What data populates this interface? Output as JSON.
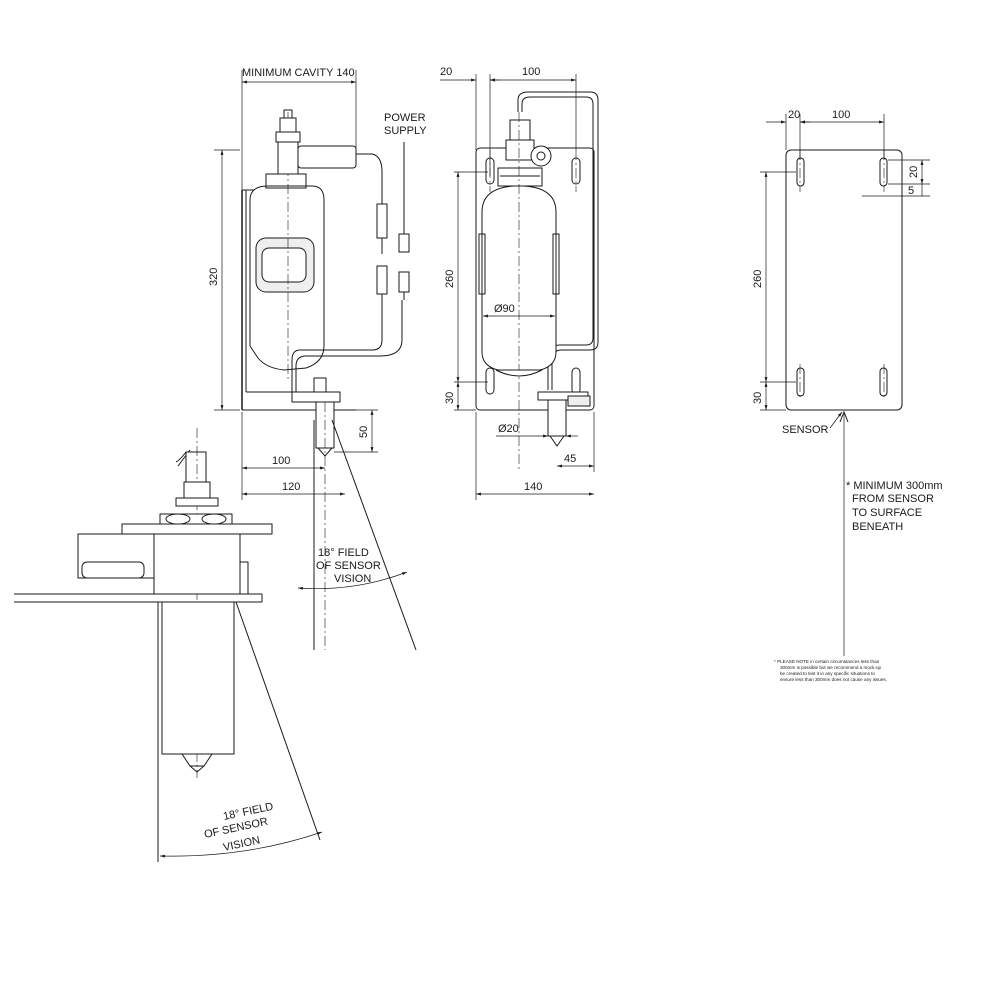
{
  "labels": {
    "minimum_cavity": "MINIMUM CAVITY 140",
    "power_supply_line1": "POWER",
    "power_supply_line2": "SUPPLY",
    "fov_line1": "18° FIELD",
    "fov_line2": "OF SENSOR",
    "fov_line3": "VISION",
    "fov_big_line1": "18° FIELD",
    "fov_big_line2": "OF SENSOR",
    "fov_big_line3": "VISION",
    "sensor": "SENSOR",
    "min_line1": "* MINIMUM 300mm",
    "min_line2": "FROM SENSOR",
    "min_line3": "TO SURFACE",
    "min_line4": "BENEATH"
  },
  "dimensions": {
    "side_height": "320",
    "side_nozzle": "50",
    "side_100": "100",
    "side_120": "120",
    "front_20": "20",
    "front_100": "100",
    "front_260": "260",
    "front_30": "30",
    "front_dia90": "Ø90",
    "front_dia20": "Ø20",
    "front_45": "45",
    "front_140": "140",
    "back_20": "20",
    "back_100": "100",
    "back_slot_20": "20",
    "back_slot_5": "5",
    "back_260": "260",
    "back_30": "30"
  },
  "note": {
    "line1": "* PLEASE NOTE in certain circumstances less than",
    "line2": "300mm is possible but we recommend a mock-up",
    "line3": "be created to test it in any specific situations to",
    "line4": "ensure less than 300mm does not cause any issues."
  }
}
